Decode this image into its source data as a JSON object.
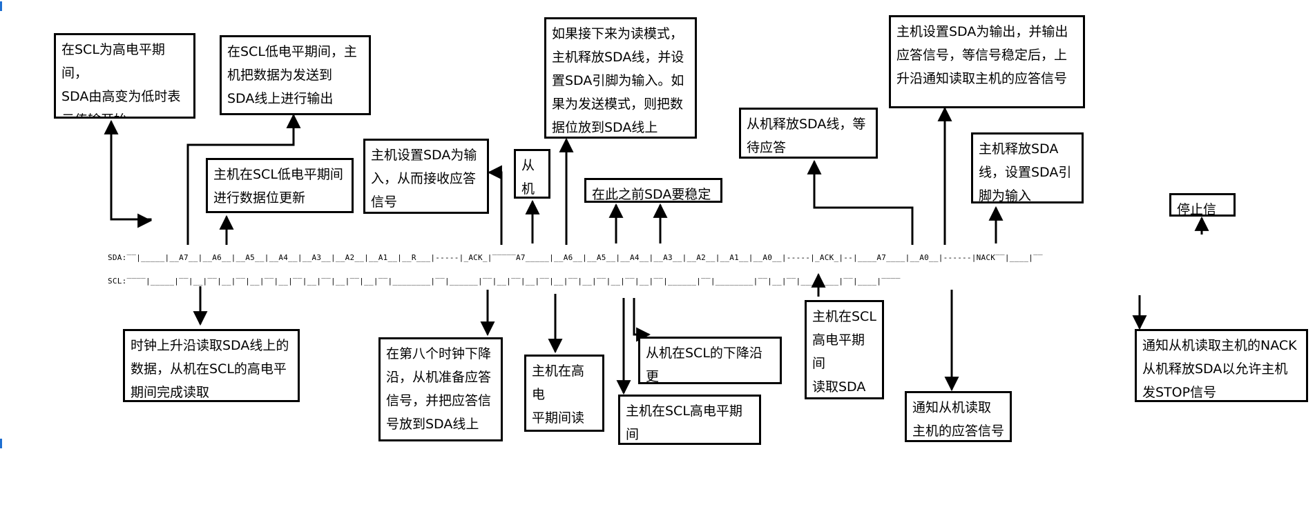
{
  "waveforms": {
    "sda": "SDA:‾‾|_____|__A7__|__A6__|__A5__|__A4__|__A3__|__A2__|__A1__|__R___|-----|_ACK_|‾‾‾‾‾A7_____|__A6__|__A5__|__A4__|__A3__|__A2__|__A1__|__A0__|-----|_ACK_|--|____A7____|__A0__|------|NACK‾‾|____|‾‾",
    "scl": "SCL:‾‾‾‾|_____|‾‾|__|‾‾|__|‾‾|__|‾‾|__|‾‾|__|‾‾|__|‾‾|__|‾‾|________|‾‾|______|‾‾|__|‾‾|__|‾‾|__|‾‾|__|‾‾|__|‾‾|__|‾‾|______|‾‾|________|‾‾|__|‾‾|________|‾‾|____|‾‾‾‾"
  },
  "annotations": [
    {
      "id": "start-condition",
      "text": "在SCL为高电平期间，\nSDA由高变为低时表\n示传输开始"
    },
    {
      "id": "master-output-data",
      "text": "在SCL低电平期间，主\n机把数据为发送到\nSDA线上进行输出"
    },
    {
      "id": "master-update-bit",
      "text": "主机在SCL低电平期间\n进行数据位更新"
    },
    {
      "id": "master-set-input",
      "text": "主机设置SDA为输\n入，从而接收应答\n信号"
    },
    {
      "id": "slave-ack",
      "text": "从机\n应答"
    },
    {
      "id": "read-or-send-mode",
      "text": "如果接下来为读模式，\n主机释放SDA线，并设\n置SDA引脚为输入。如\n果为发送模式，则把数\n据位放到SDA线上"
    },
    {
      "id": "sda-stable",
      "text": "在此之前SDA要稳定"
    },
    {
      "id": "slave-release-sda",
      "text": "从机释放SDA线，等\n待应答"
    },
    {
      "id": "master-output-ack",
      "text": "主机设置SDA为输出，并输出\n应答信号，等信号稳定后，上\n升沿通知读取主机的应答信号"
    },
    {
      "id": "master-release-sda",
      "text": "主机释放SDA\n线，设置SDA引\n脚为输入"
    },
    {
      "id": "stop-signal",
      "text": "停止信号"
    },
    {
      "id": "rising-edge-read",
      "text": "时钟上升沿读取SDA线上的\n数据，从机在SCL的高电平\n期间完成读取"
    },
    {
      "id": "eighth-clock-falling",
      "text": "在第八个时钟下降\n沿，从机准备应答\n信号，并把应答信\n号放到SDA线上"
    },
    {
      "id": "master-read-ack",
      "text": "主机在高电\n平期间读一\n次ACK"
    },
    {
      "id": "slave-update-falling",
      "text": "从机在SCL的下降沿更\n新SDA线上的数据"
    },
    {
      "id": "master-read-high",
      "text": "主机在SCL高电平期间\n读取SDA线上的数据"
    },
    {
      "id": "master-read-scl-high",
      "text": "主机在SCL\n高电平期间\n读取SDA线\n上的数据"
    },
    {
      "id": "notify-slave-read-ack",
      "text": "通知从机读取\n主机的应答信号"
    },
    {
      "id": "nack-stop",
      "text": "通知从机读取主机的NACK\n从机释放SDA以允许主机\n发STOP信号"
    }
  ]
}
